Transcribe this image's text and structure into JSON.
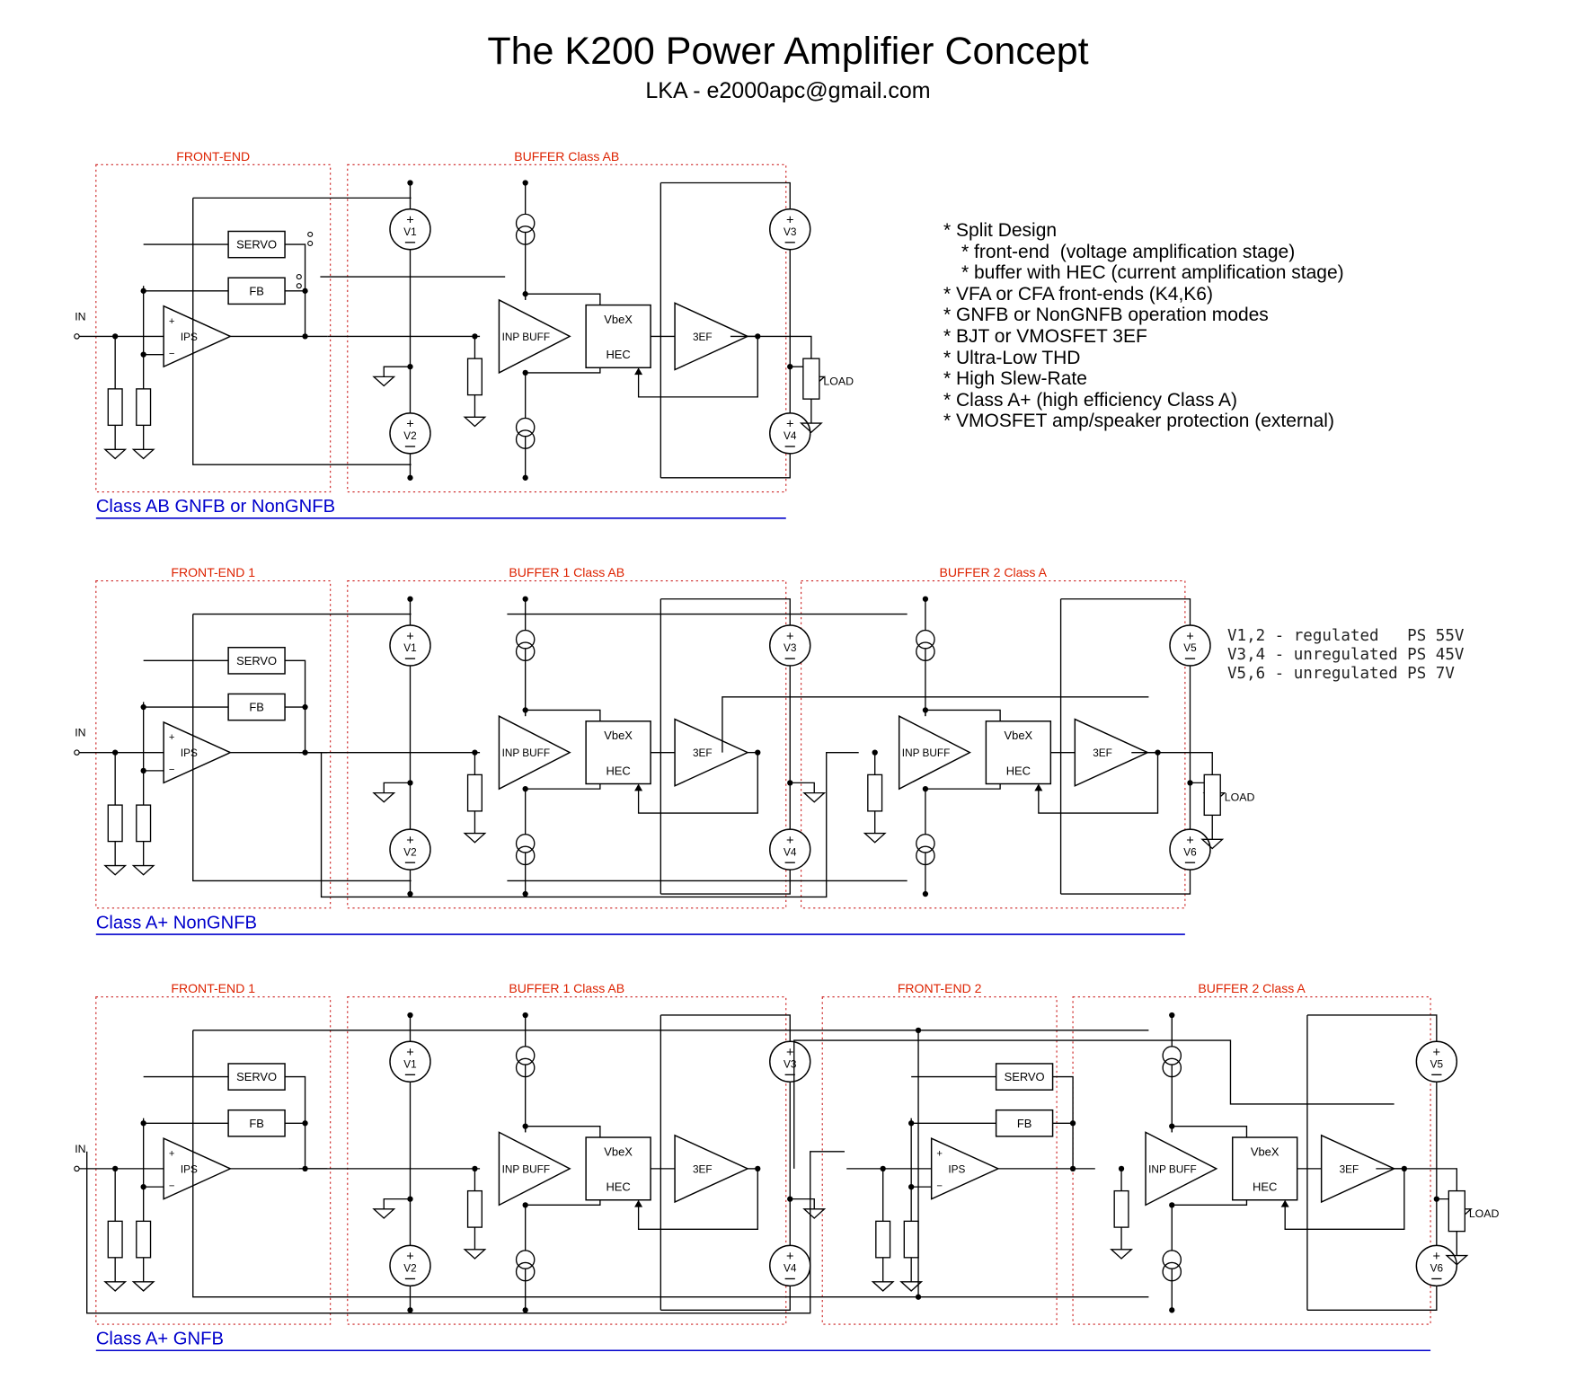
{
  "header": {
    "title": "The K200 Power Amplifier Concept",
    "subtitle": "LKA - e2000apc@gmail.com"
  },
  "features": [
    "* Split Design",
    "* front-end  (voltage amplification stage)",
    "* buffer with HEC (current amplification stage)",
    "* VFA or CFA front-ends (K4,K6)",
    "* GNFB or NonGNFB operation modes",
    "* BJT or VMOSFET 3EF",
    "* Ultra-Low THD",
    "* High Slew-Rate",
    "* Class A+ (high efficiency Class A)",
    "* VMOSFET amp/speaker protection (external)"
  ],
  "supplies": [
    "V1,2 - regulated   PS 55V",
    "V3,4 - unregulated PS 45V",
    "V5,6 - unregulated PS 7V"
  ],
  "colors": {
    "wire": "#000000",
    "block_border": "#cc2222",
    "block_label": "#dd2200",
    "config_title": "#0000cc",
    "config_rule": "#0000cc"
  },
  "configs": [
    {
      "title": "Class AB GNFB or NonGNFB",
      "blocks": [
        "FRONT-END",
        "BUFFER Class AB"
      ],
      "front_ends": [
        {
          "servo": "SERVO",
          "fb": "FB",
          "amp": "IPS",
          "input": "IN"
        }
      ],
      "buffers": [
        {
          "inp": "INP BUFF",
          "hec_top": "VbeX",
          "hec_bottom": "HEC",
          "ef": "3EF",
          "rails": [
            "V1",
            "V2"
          ],
          "out_rails": [
            "V3",
            "V4"
          ]
        }
      ],
      "load": "LOAD"
    },
    {
      "title": "Class A+ NonGNFB",
      "blocks": [
        "FRONT-END 1",
        "BUFFER 1 Class AB",
        "BUFFER 2 Class A"
      ],
      "front_ends": [
        {
          "servo": "SERVO",
          "fb": "FB",
          "amp": "IPS",
          "input": "IN"
        }
      ],
      "buffers": [
        {
          "inp": "INP BUFF",
          "hec_top": "VbeX",
          "hec_bottom": "HEC",
          "ef": "3EF",
          "rails": [
            "V1",
            "V2"
          ],
          "out_rails": [
            "V3",
            "V4"
          ]
        },
        {
          "inp": "INP BUFF",
          "hec_top": "VbeX",
          "hec_bottom": "HEC",
          "ef": "3EF",
          "rails": [],
          "out_rails": [
            "V5",
            "V6"
          ]
        }
      ],
      "load": "LOAD"
    },
    {
      "title": "Class A+ GNFB",
      "blocks": [
        "FRONT-END 1",
        "BUFFER 1 Class AB",
        "FRONT-END 2",
        "BUFFER 2 Class A"
      ],
      "front_ends": [
        {
          "servo": "SERVO",
          "fb": "FB",
          "amp": "IPS",
          "input": "IN"
        },
        {
          "servo": "SERVO",
          "fb": "FB",
          "amp": "IPS",
          "input": ""
        }
      ],
      "buffers": [
        {
          "inp": "INP BUFF",
          "hec_top": "VbeX",
          "hec_bottom": "HEC",
          "ef": "3EF",
          "rails": [
            "V1",
            "V2"
          ],
          "out_rails": [
            "V3",
            "V4"
          ]
        },
        {
          "inp": "INP BUFF",
          "hec_top": "VbeX",
          "hec_bottom": "HEC",
          "ef": "3EF",
          "rails": [],
          "out_rails": [
            "V5",
            "V6"
          ]
        }
      ],
      "load": "LOAD"
    }
  ]
}
